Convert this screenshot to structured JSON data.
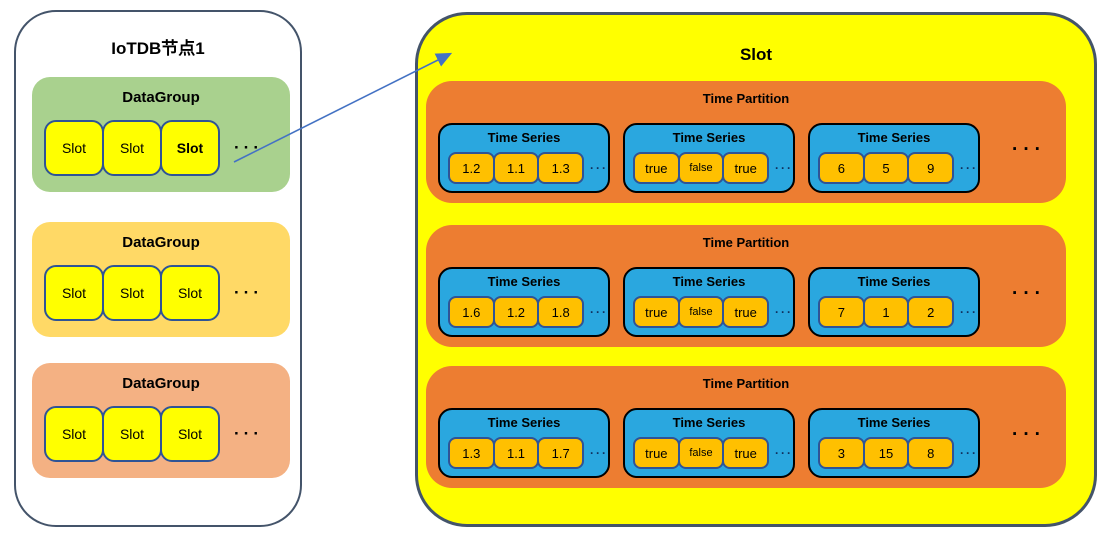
{
  "node": {
    "title": "IoTDB节点1",
    "datagroups": [
      {
        "label": "DataGroup",
        "fill": "#A9D18E",
        "slots": [
          "Slot",
          "Slot",
          "Slot"
        ],
        "highlight_slot_index": 2,
        "ellipsis": "···"
      },
      {
        "label": "DataGroup",
        "fill": "#FFD966",
        "slots": [
          "Slot",
          "Slot",
          "Slot"
        ],
        "ellipsis": "···"
      },
      {
        "label": "DataGroup",
        "fill": "#F4B183",
        "slots": [
          "Slot",
          "Slot",
          "Slot"
        ],
        "ellipsis": "···"
      }
    ]
  },
  "slot_detail": {
    "title": "Slot",
    "partitions": [
      {
        "label": "Time Partition",
        "ellipsis": "···",
        "series": [
          {
            "label": "Time Series",
            "values": [
              "1.2",
              "1.1",
              "1.3"
            ],
            "ellipsis": "···"
          },
          {
            "label": "Time Series",
            "values": [
              "true",
              "false",
              "true"
            ],
            "ellipsis": "···"
          },
          {
            "label": "Time Series",
            "values": [
              "6",
              "5",
              "9"
            ],
            "ellipsis": "···"
          }
        ]
      },
      {
        "label": "Time Partition",
        "ellipsis": "···",
        "series": [
          {
            "label": "Time Series",
            "values": [
              "1.6",
              "1.2",
              "1.8"
            ],
            "ellipsis": "···"
          },
          {
            "label": "Time Series",
            "values": [
              "true",
              "false",
              "true"
            ],
            "ellipsis": "···"
          },
          {
            "label": "Time Series",
            "values": [
              "7",
              "1",
              "2"
            ],
            "ellipsis": "···"
          }
        ]
      },
      {
        "label": "Time Partition",
        "ellipsis": "···",
        "series": [
          {
            "label": "Time Series",
            "values": [
              "1.3",
              "1.1",
              "1.7"
            ],
            "ellipsis": "···"
          },
          {
            "label": "Time Series",
            "values": [
              "true",
              "false",
              "true"
            ],
            "ellipsis": "···"
          },
          {
            "label": "Time Series",
            "values": [
              "3",
              "15",
              "8"
            ],
            "ellipsis": "···"
          }
        ]
      }
    ]
  },
  "colors": {
    "panel_border": "#44546A",
    "datagroup_green": "#A9D18E",
    "datagroup_amber": "#FFD966",
    "datagroup_salmon": "#F4B183",
    "slot_yellow": "#FFFF00",
    "slot_border_navy": "#2F5496",
    "time_partition_orange": "#ED7D31",
    "time_series_blue": "#2AA7DF",
    "value_cell_gold": "#FFC000",
    "arrow_blue": "#4472C4"
  }
}
